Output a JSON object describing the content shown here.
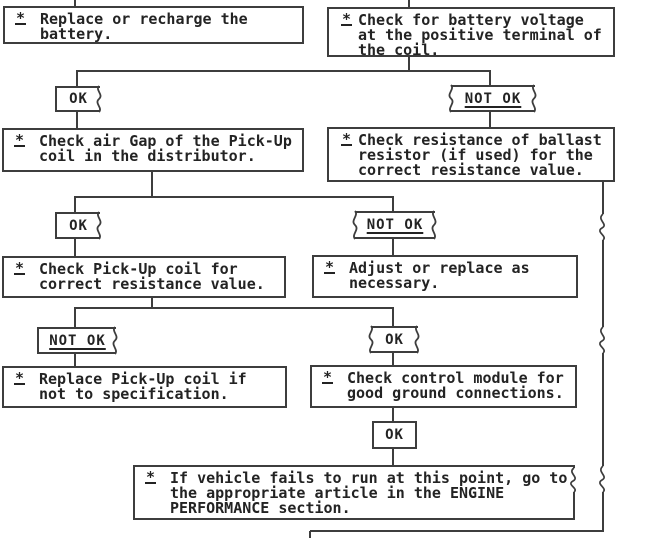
{
  "diagram": {
    "title": "Ignition troubleshooting flowchart",
    "bullet_char": "*",
    "colors": {
      "ink": "#3d3d3d",
      "text": "#232323",
      "background": "#ffffff"
    },
    "boxes": [
      {
        "name": "replace-or-recharge-battery",
        "text": "Replace or recharge the\nbattery."
      },
      {
        "name": "check-battery-voltage",
        "text": "Check for battery voltage\nat the positive terminal of\nthe coil."
      },
      {
        "name": "check-air-gap",
        "text": "Check air Gap of the Pick-Up\ncoil in the distributor."
      },
      {
        "name": "check-ballast-resistor",
        "text": "Check resistance of ballast\nresistor (if used) for the\ncorrect resistance value."
      },
      {
        "name": "check-pickup-coil-resistance",
        "text": "Check Pick-Up coil for\ncorrect resistance value."
      },
      {
        "name": "adjust-or-replace",
        "text": "Adjust or replace as\nnecessary."
      },
      {
        "name": "replace-pickup-coil",
        "text": "Replace Pick-Up coil if\nnot to specification."
      },
      {
        "name": "check-control-module-ground",
        "text": "Check control module for\ngood ground connections."
      },
      {
        "name": "vehicle-fails-to-run",
        "text": "If vehicle fails to run at this point, go to\nthe appropriate article in the ENGINE\nPERFORMANCE section."
      }
    ],
    "tags": [
      {
        "name": "ok-1",
        "label": "OK"
      },
      {
        "name": "not-ok-1",
        "label": "NOT OK"
      },
      {
        "name": "ok-2",
        "label": "OK"
      },
      {
        "name": "not-ok-2",
        "label": "NOT OK"
      },
      {
        "name": "not-ok-3",
        "label": "NOT OK"
      },
      {
        "name": "ok-3",
        "label": "OK"
      },
      {
        "name": "ok-4",
        "label": "OK"
      }
    ]
  }
}
